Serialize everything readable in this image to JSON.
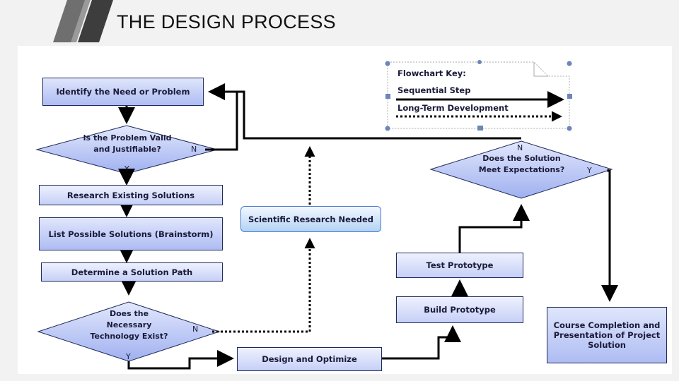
{
  "slide": {
    "title": "THE DESIGN PROCESS"
  },
  "key": {
    "title": "Flowchart Key:",
    "sequential": "Sequential Step",
    "longterm": "Long-Term Development"
  },
  "nodes": {
    "identify": "Identify the Need or Problem",
    "valid": "Is the Problem Valid and Justifiable?",
    "research": "Research Existing Solutions",
    "list": "List Possible Solutions (Brainstorm)",
    "determine": "Determine a Solution Path",
    "technology": "Does the Necessary Technology Exist?",
    "design": "Design and Optimize",
    "scientific": "Scientific Research Needed",
    "build": "Build Prototype",
    "test": "Test Prototype",
    "expectations": "Does the Solution Meet Expectations?",
    "course": "Course Completion and Presentation of Project Solution"
  },
  "branch_labels": {
    "valid_no": "N",
    "valid_yes": "Y",
    "tech_no": "N",
    "tech_yes": "Y",
    "exp_no": "N",
    "exp_yes": "Y"
  }
}
